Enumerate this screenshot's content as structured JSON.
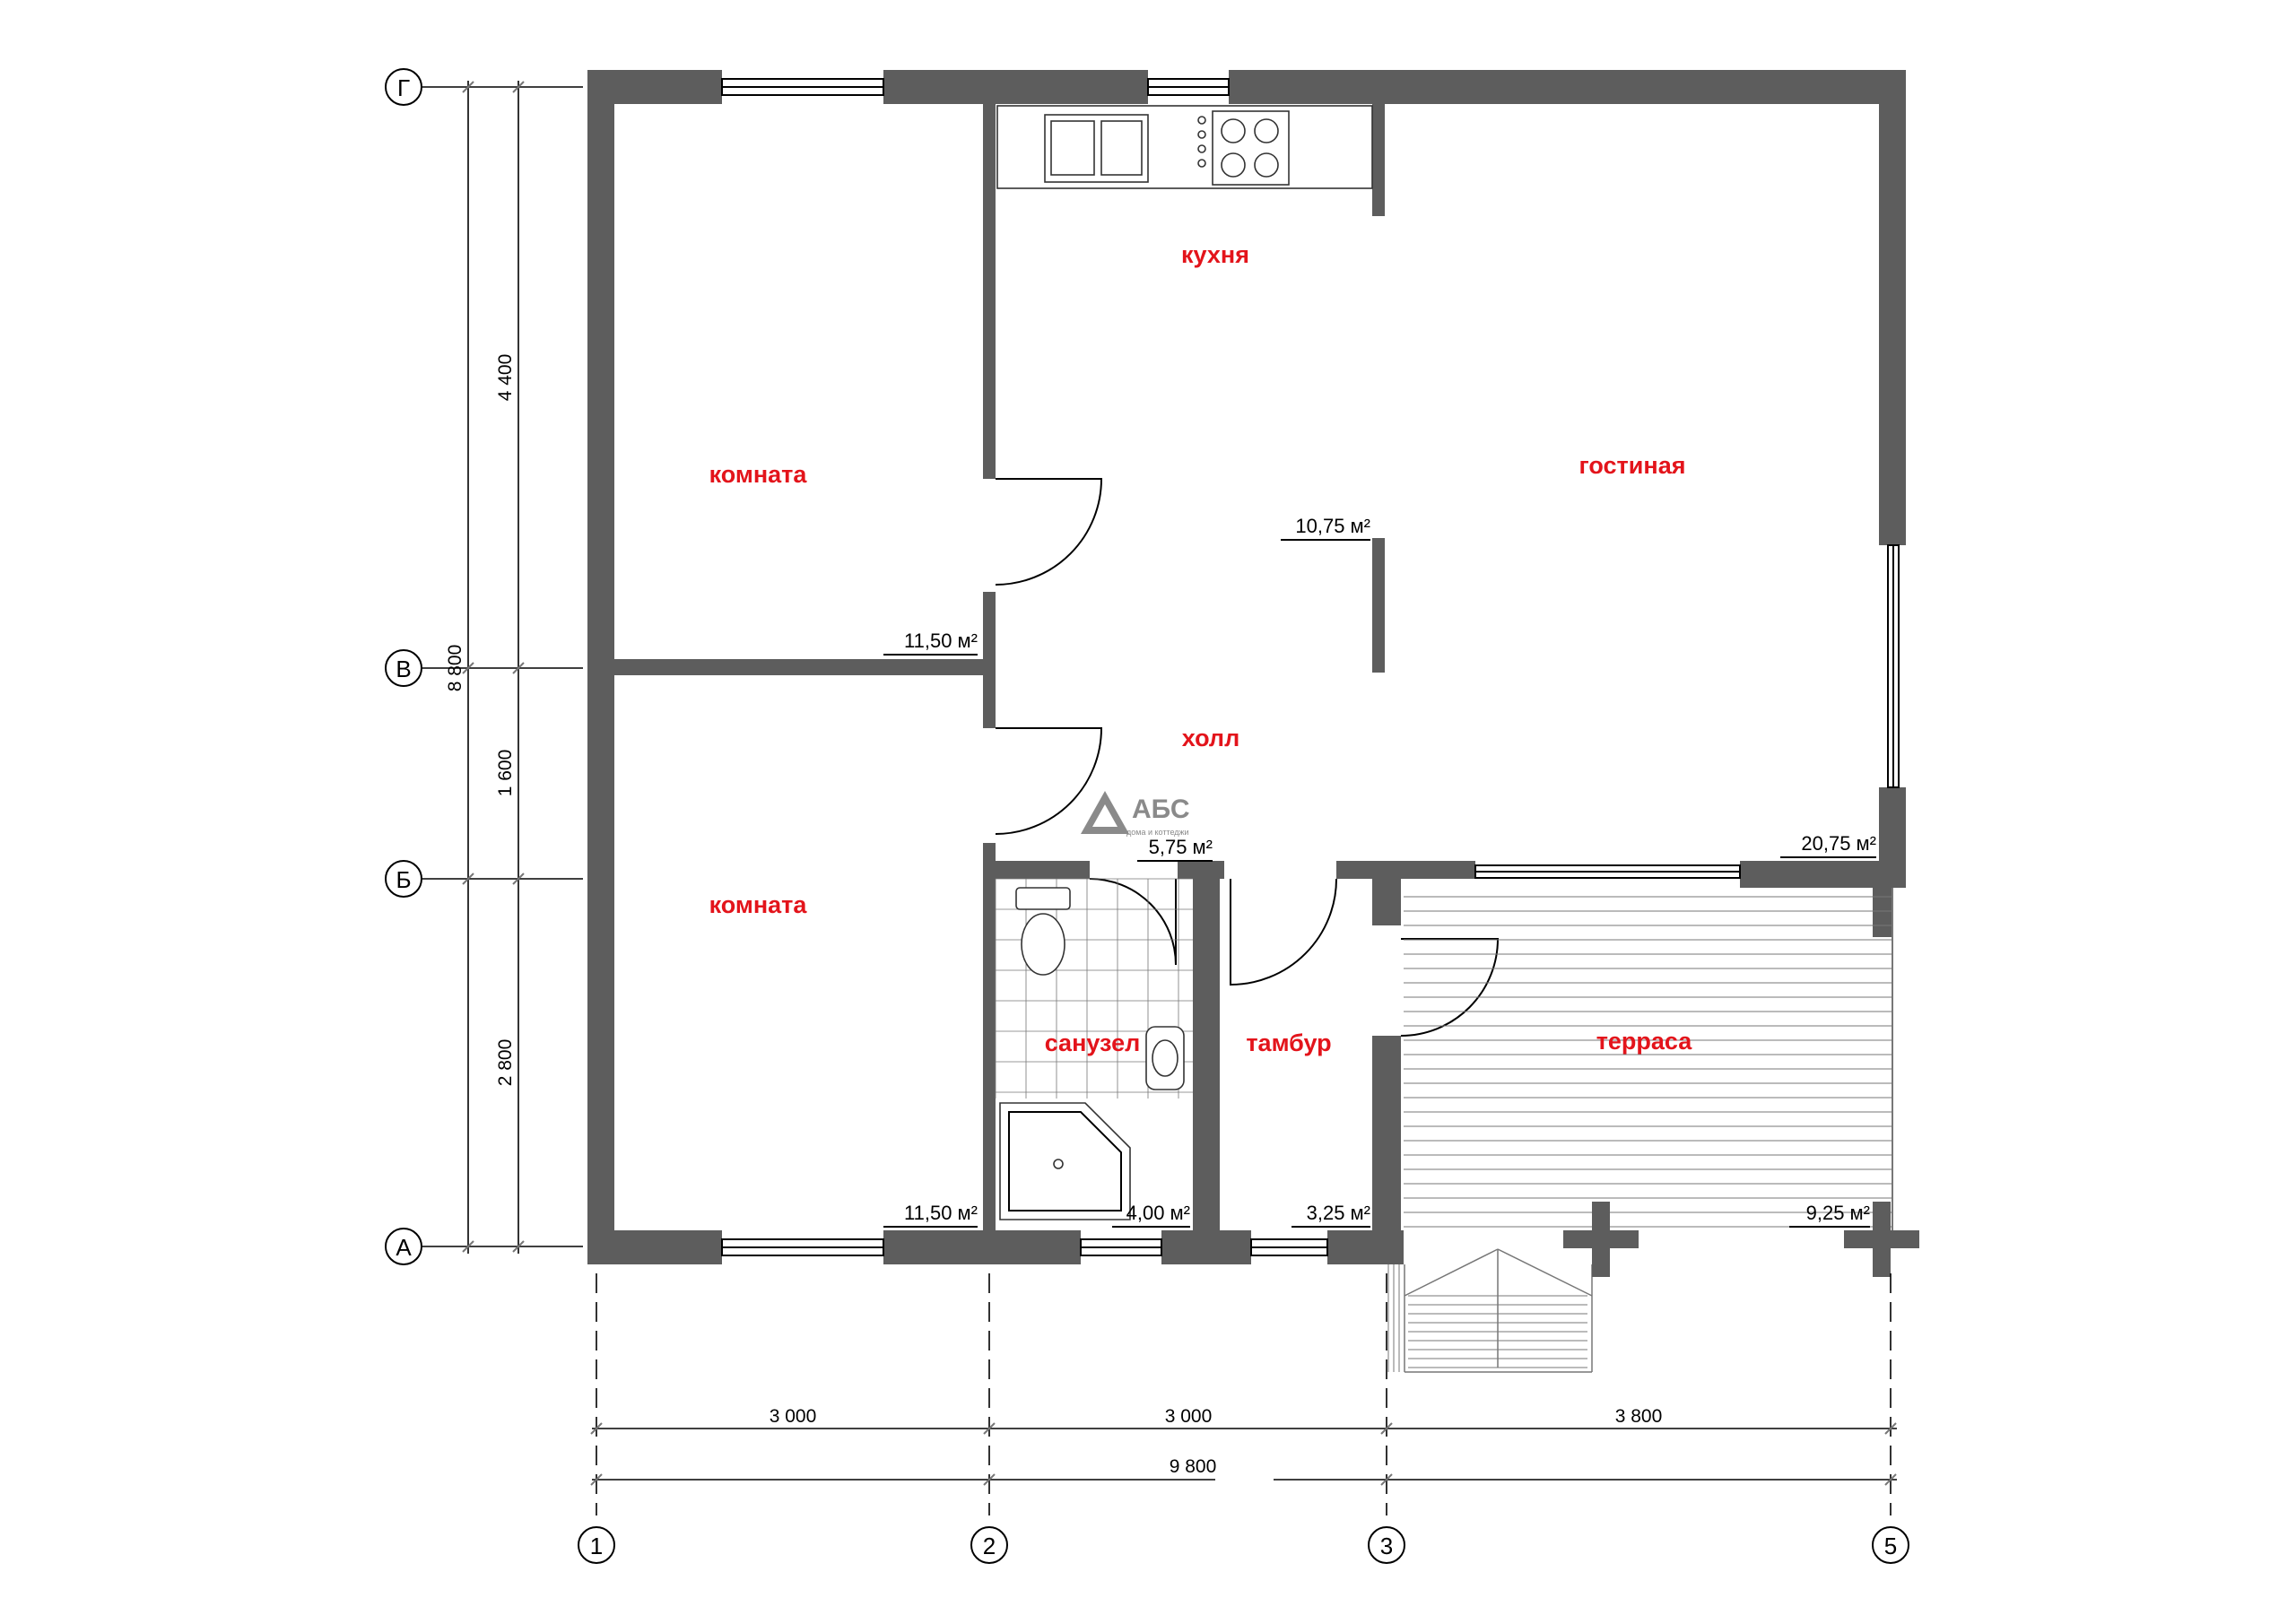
{
  "logo": {
    "name": "АБС",
    "tagline": "дома и коттеджи"
  },
  "rooms": [
    {
      "id": "komnata-top",
      "label": "комната",
      "area": "11,50 м²"
    },
    {
      "id": "komnata-bottom",
      "label": "комната",
      "area": "11,50 м²"
    },
    {
      "id": "kuhnya",
      "label": "кухня",
      "area": "10,75 м²"
    },
    {
      "id": "gostinaya",
      "label": "гостиная",
      "area": "20,75 м²"
    },
    {
      "id": "holl",
      "label": "холл",
      "area": "5,75 м²"
    },
    {
      "id": "sanuzel",
      "label": "санузел",
      "area": "4,00 м²"
    },
    {
      "id": "tambur",
      "label": "тамбур",
      "area": "3,25 м²"
    },
    {
      "id": "terrasa",
      "label": "терраса",
      "area": "9,25 м²"
    }
  ],
  "dimensions": {
    "horizontal": [
      "3 000",
      "3 000",
      "3 800"
    ],
    "horizontal_total": "9 800",
    "vertical": [
      "4 400",
      "1 600",
      "2 800"
    ],
    "vertical_total": "8 800"
  },
  "axes": {
    "columns": [
      "1",
      "2",
      "3",
      "5"
    ],
    "rows": [
      "Г",
      "В",
      "Б",
      "А"
    ]
  },
  "colors": {
    "wall": "#5d5d5d",
    "room_label": "#e3141b",
    "line": "#000000"
  }
}
